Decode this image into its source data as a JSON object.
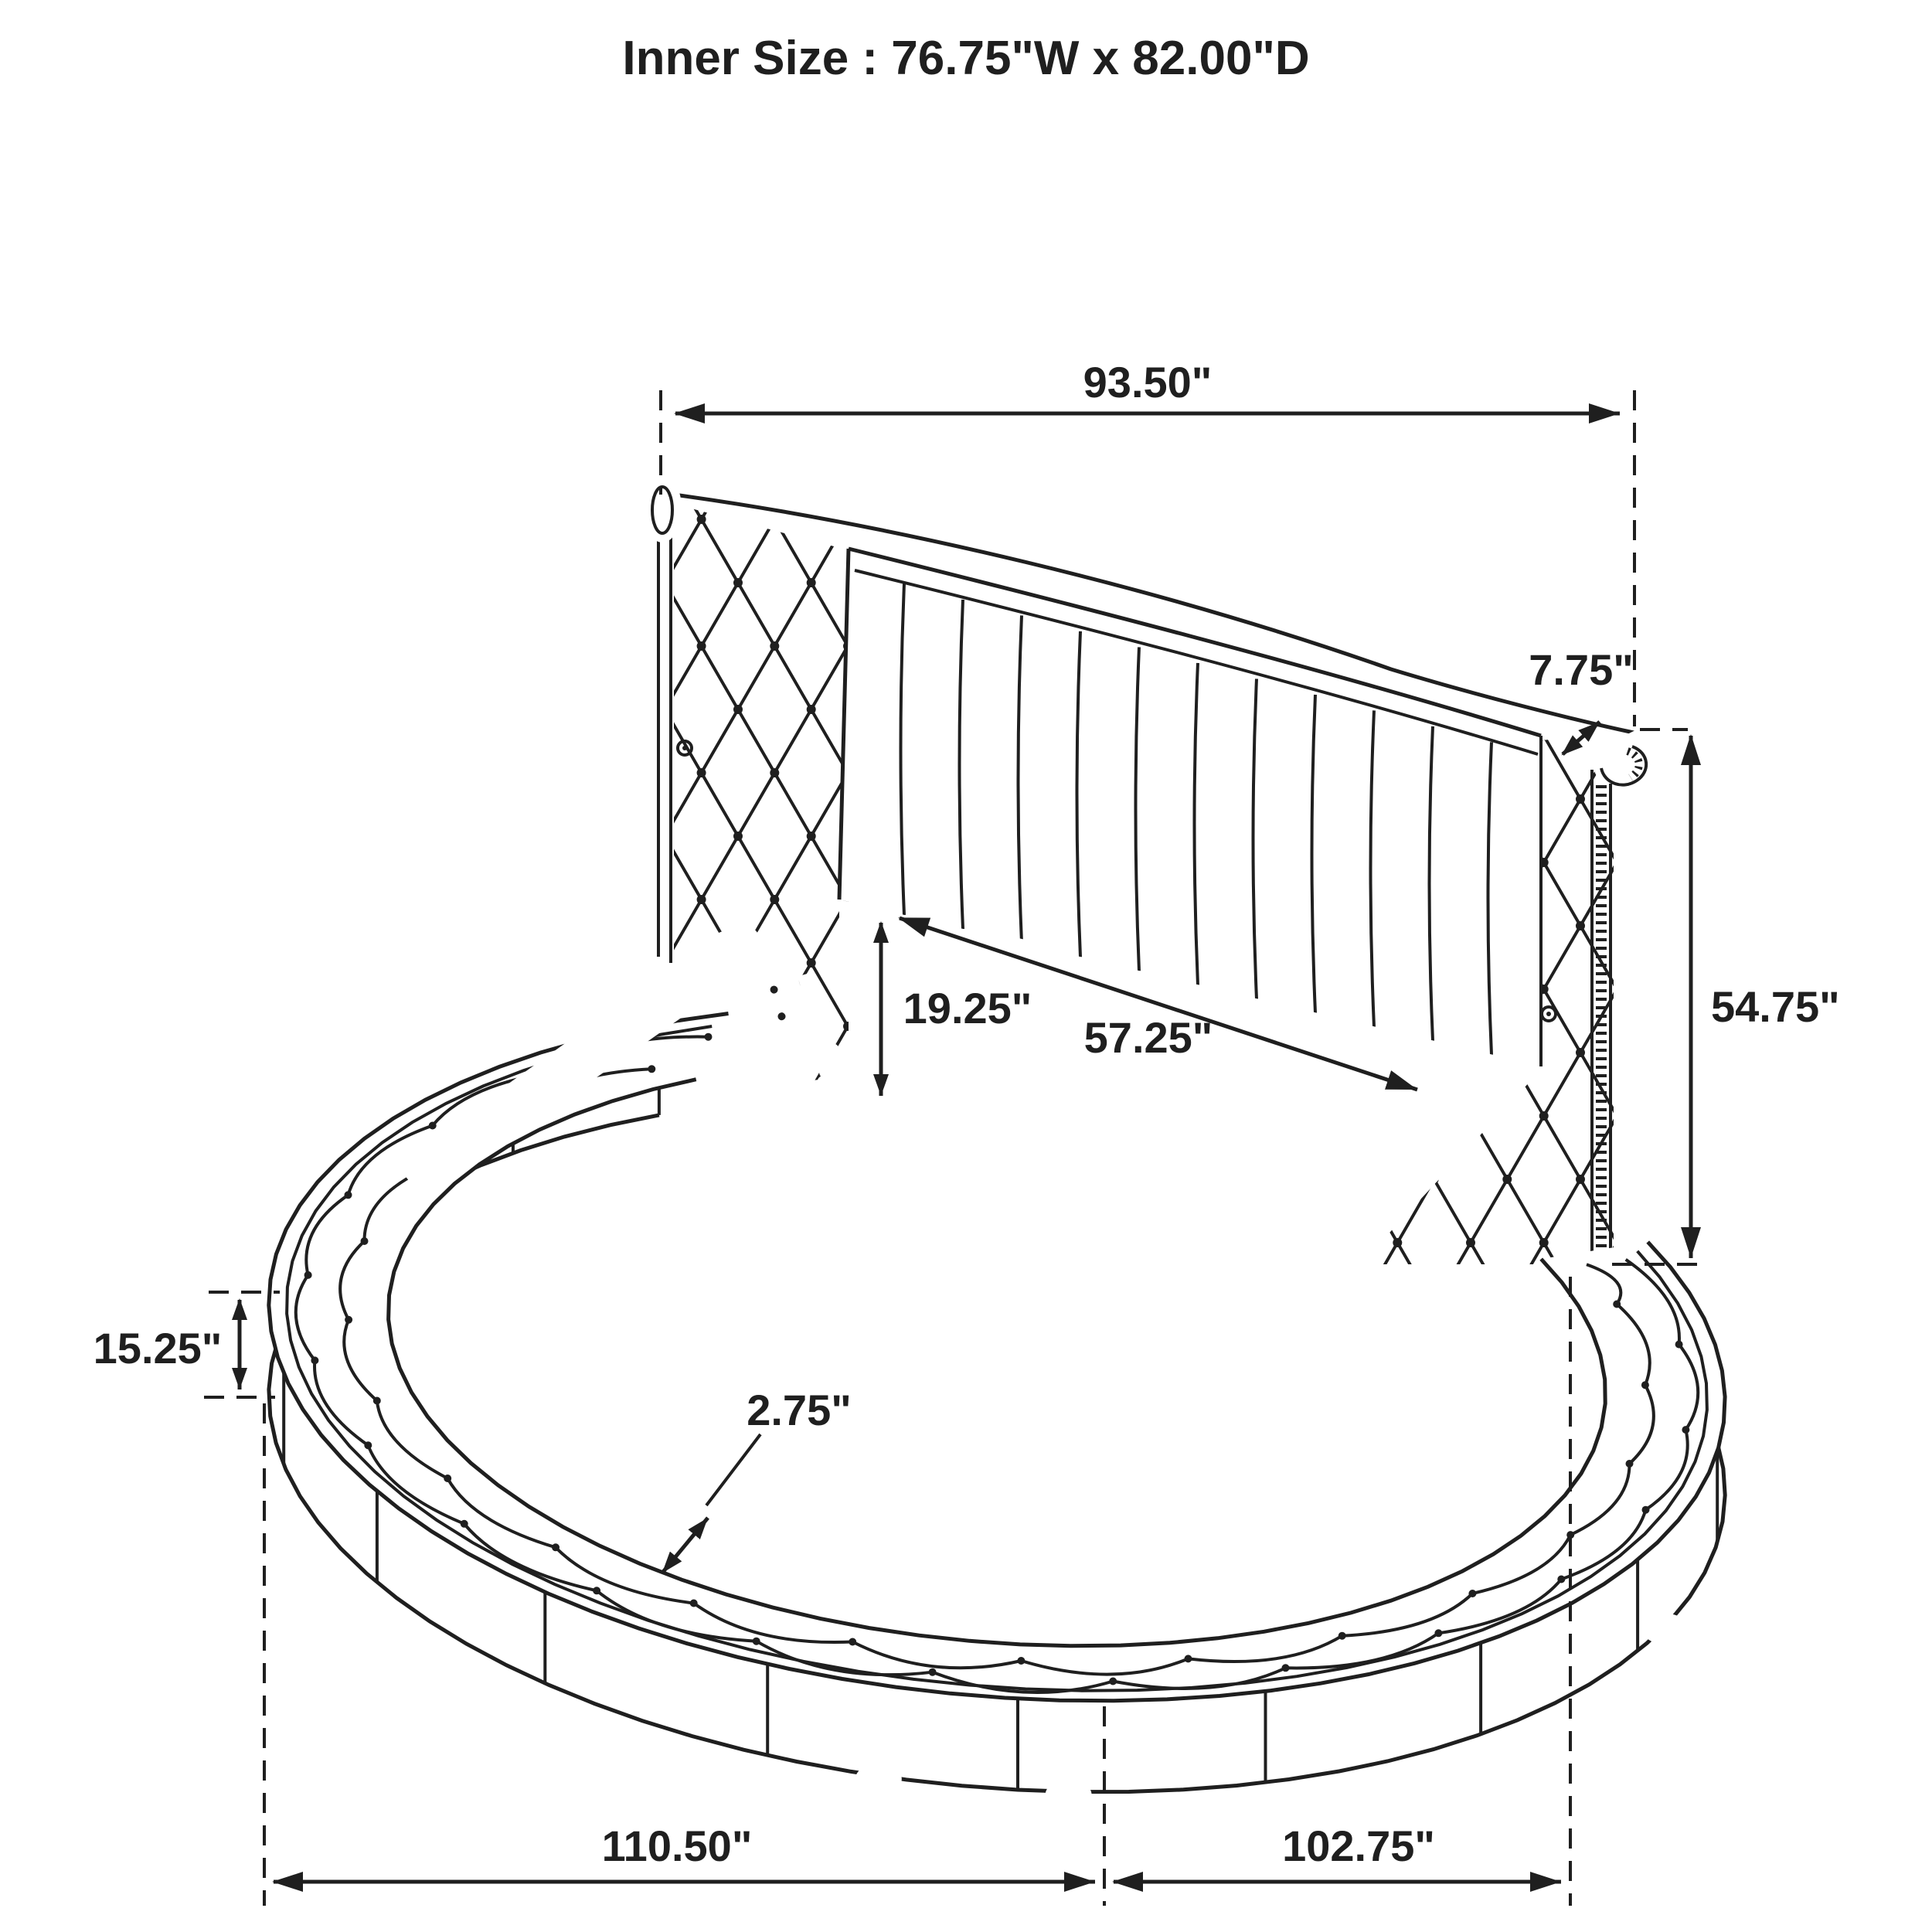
{
  "title": "Inner Size : 76.75\"W x 82.00\"D",
  "dimensions": {
    "headboard_width": "93.50\"",
    "scroll_depth": "7.75\"",
    "headboard_height": "54.75\"",
    "under_rail_clearance": "19.25\"",
    "inner_rail_width": "57.25\"",
    "base_height": "15.25\"",
    "rim_lip_thickness": "2.75\"",
    "overall_width": "110.50\"",
    "overall_depth": "102.75\""
  }
}
